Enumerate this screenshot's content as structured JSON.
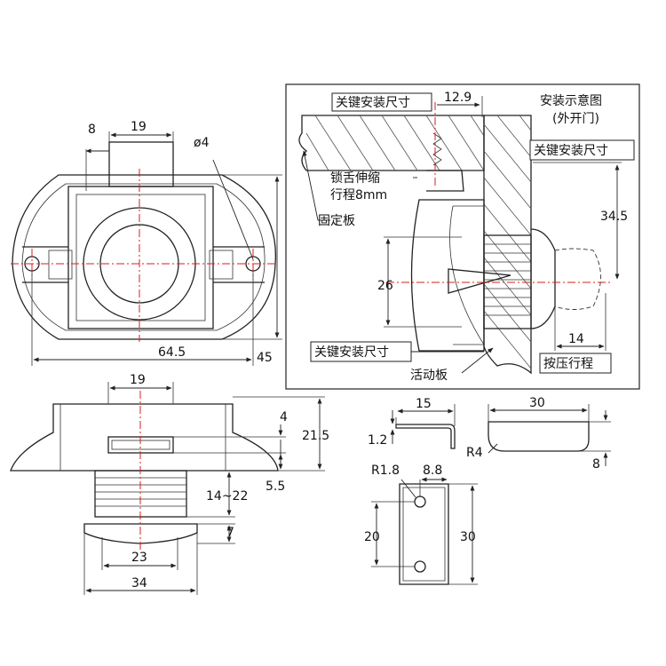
{
  "front_view": {
    "dim_8": "8",
    "dim_19_top": "19",
    "dim_hole": "ø4",
    "dim_64_5": "64.5",
    "dim_45": "45"
  },
  "install_view": {
    "title": "安装示意图",
    "subtitle": "(外开门)",
    "key_dim_label_1": "关键安装尺寸",
    "key_dim_label_2": "关键安装尺寸",
    "key_dim_label_3": "关键安装尺寸",
    "dim_12_9": "12.9",
    "dim_34_5": "34.5",
    "dim_26": "26",
    "dim_14_press": "14",
    "tongue_stroke_1": "锁舌伸缩",
    "tongue_stroke_2": "行程8mm",
    "fixed_plate": "固定板",
    "movable_plate": "活动板",
    "press_stroke": "按压行程"
  },
  "side_view": {
    "dim_19": "19",
    "dim_4": "4",
    "dim_21_5": "21.5",
    "dim_5_5": "5.5",
    "dim_14_22": "14~22",
    "dim_7": "7",
    "dim_23": "23",
    "dim_34": "34"
  },
  "tongue_view": {
    "dim_15": "15",
    "dim_1_2": "1.2"
  },
  "button_view": {
    "dim_30": "30",
    "dim_r4": "R4",
    "dim_8": "8"
  },
  "plate_view": {
    "dim_r1_8": "R1.8",
    "dim_8_8": "8.8",
    "dim_20": "20",
    "dim_30": "30"
  },
  "colors": {
    "centerline": "#d81e1e",
    "outline": "#222222"
  }
}
